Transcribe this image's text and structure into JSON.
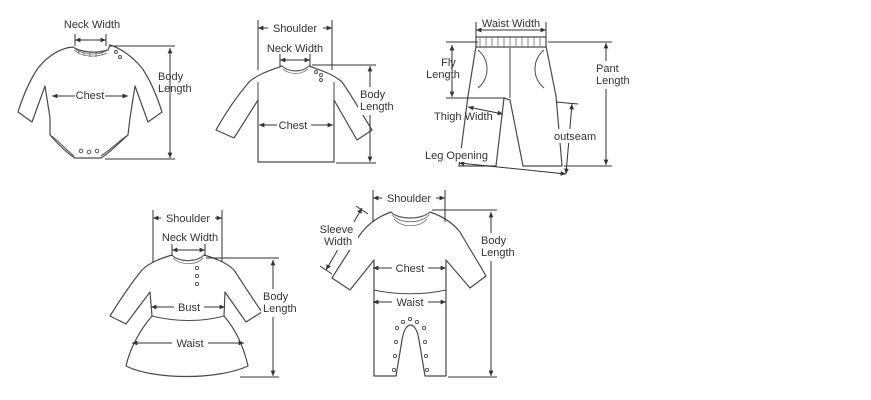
{
  "colors": {
    "line": "#4a4a4a",
    "text": "#333333",
    "background": "#ffffff"
  },
  "bodysuit": {
    "neck_width": "Neck Width",
    "chest": "Chest",
    "body_length": [
      "Body",
      "Length"
    ]
  },
  "sweater": {
    "shoulder": "Shoulder",
    "neck_width": "Neck Width",
    "chest": "Chest",
    "body_length": [
      "Body",
      "Length"
    ]
  },
  "pants": {
    "waist_width": "Waist Width",
    "fly_length": [
      "Fly",
      "Length"
    ],
    "pant_length": [
      "Pant",
      "Length"
    ],
    "thigh_width": "Thigh Width",
    "outseam": "outseam",
    "leg_opening": "Leg Opening"
  },
  "dress": {
    "shoulder": "Shoulder",
    "neck_width": "Neck Width",
    "bust": "Bust",
    "waist": "Waist",
    "body_length": [
      "Body",
      "Length"
    ]
  },
  "romper": {
    "shoulder": "Shoulder",
    "sleeve_width": [
      "Sleeve",
      "Width"
    ],
    "chest": "Chest",
    "waist": "Waist",
    "body_length": [
      "Body",
      "Length"
    ]
  }
}
